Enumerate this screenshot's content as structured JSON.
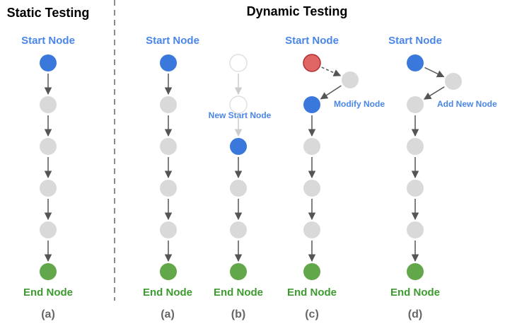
{
  "titles": {
    "static": "Static Testing",
    "dynamic": "Dynamic Testing"
  },
  "labels": {
    "start": "Start Node",
    "end": "End Node",
    "new_start": "New Start Node",
    "modify": "Modify Node",
    "add_new": "Add New Node"
  },
  "panels": {
    "static_a": "(a)",
    "dyn_a": "(a)",
    "dyn_b": "(b)",
    "dyn_c": "(c)",
    "dyn_d": "(d)"
  },
  "colors": {
    "start_node": "#3B78DC",
    "end_node": "#62A84A",
    "gray_node": "#D9D9D9",
    "ghost_node": "#E0E0E0",
    "modified_node": "#E06666",
    "arrow": "#555555",
    "ghost_arrow": "#CCCCCC",
    "divider": "#666666"
  }
}
